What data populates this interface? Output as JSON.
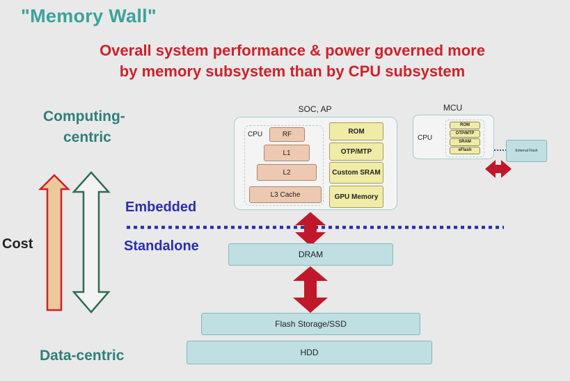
{
  "title": "\"Memory Wall\"",
  "subtitle_line1": "Overall system performance & power governed more",
  "subtitle_line2": "by memory subsystem than by CPU subsystem",
  "computing_centric": "Computing-",
  "computing_centric2": "centric",
  "data_centric": "Data-centric",
  "cost": "Cost",
  "embedded": "Embedded",
  "standalone": "Standalone",
  "soc": {
    "title": "SOC, AP",
    "cpu_label": "CPU",
    "cpu_blocks": [
      "RF",
      "L1",
      "L2",
      "L3 Cache"
    ],
    "memory_blocks": [
      "ROM",
      "OTP/MTP",
      "Custom SRAM",
      "GPU Memory"
    ]
  },
  "mcu": {
    "title": "MCU",
    "cpu_label": "CPU",
    "blocks": [
      "ROM",
      "OTP/MTP",
      "SRAM",
      "eFlash"
    ],
    "external": "External Flash"
  },
  "dram": "DRAM",
  "flash_ssd": "Flash Storage/SSD",
  "hdd": "HDD",
  "colors": {
    "title": "#3aa39a",
    "subtitle": "#d0202a",
    "divider": "#2a2fb0",
    "arrow": "#c0182a",
    "cost_arrow_fill": "#ecc99a",
    "cost_arrow_stroke": "#d0202a",
    "centric_arrow_stroke": "#2e6b50"
  }
}
